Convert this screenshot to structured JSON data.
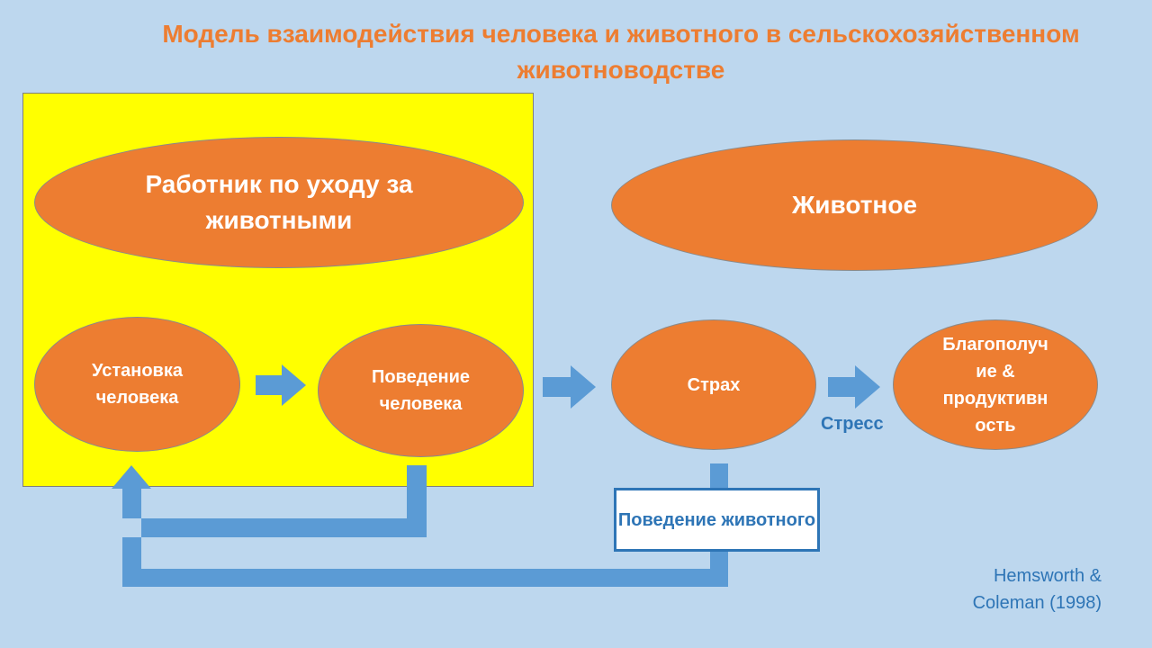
{
  "title": "Модель взаимодействия человека и животного в сельскохозяйственном животноводстве",
  "nodes": {
    "caretaker": "Работник по уходу за животными",
    "animal": "Животное",
    "human_attitude": "Установка человека",
    "human_behavior": "Поведение человека",
    "fear": "Страх",
    "welfare": "Благополуч ие & продуктивн ость"
  },
  "labels": {
    "animal_behavior": "Поведение животного",
    "stress": "Стресс"
  },
  "citation": "Hemsworth & Coleman (1998)",
  "colors": {
    "background": "#bdd7ee",
    "panel": "#ffff00",
    "ellipse": "#ed7d31",
    "arrow": "#5b9bd5",
    "text_blue": "#2e75b6"
  }
}
